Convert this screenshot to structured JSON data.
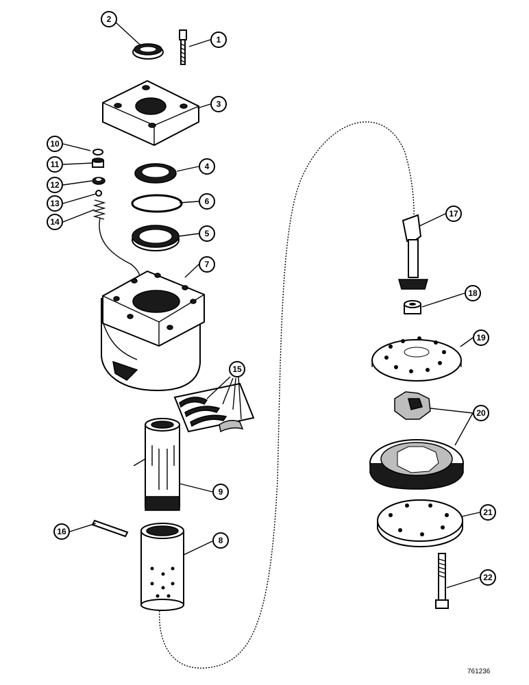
{
  "reference_code": "761236",
  "callouts": [
    "1",
    "2",
    "3",
    "4",
    "5",
    "6",
    "7",
    "8",
    "9",
    "10",
    "11",
    "12",
    "13",
    "14",
    "15",
    "16",
    "17",
    "18",
    "19",
    "20",
    "21",
    "22"
  ]
}
